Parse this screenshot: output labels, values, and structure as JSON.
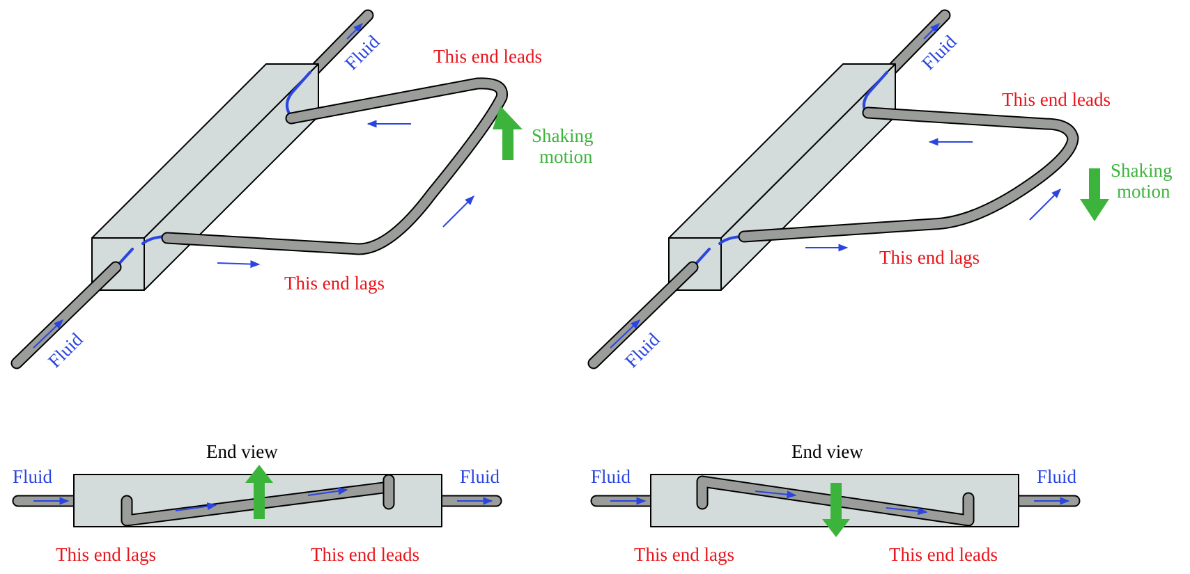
{
  "panels": {
    "left_3d": {
      "fluid_in": "Fluid",
      "fluid_out": "Fluid",
      "leads": "This end leads",
      "lags": "This end lags",
      "motion_line1": "Shaking",
      "motion_line2": "motion",
      "motion_direction": "up"
    },
    "right_3d": {
      "fluid_in": "Fluid",
      "fluid_out": "Fluid",
      "leads": "This end leads",
      "lags": "This end lags",
      "motion_line1": "Shaking",
      "motion_line2": "motion",
      "motion_direction": "down"
    },
    "left_end": {
      "title": "End view",
      "fluid_left": "Fluid",
      "fluid_right": "Fluid",
      "lags": "This end lags",
      "leads": "This end leads"
    },
    "right_end": {
      "title": "End view",
      "fluid_left": "Fluid",
      "fluid_right": "Fluid",
      "lags": "This end lags",
      "leads": "This end leads"
    }
  },
  "colors": {
    "label_red": "#e8141b",
    "flow_blue": "#2a45e0",
    "motion_green": "#3cb43c",
    "tube_gray": "#9a9d99",
    "box_gray": "#d3dbdb"
  }
}
